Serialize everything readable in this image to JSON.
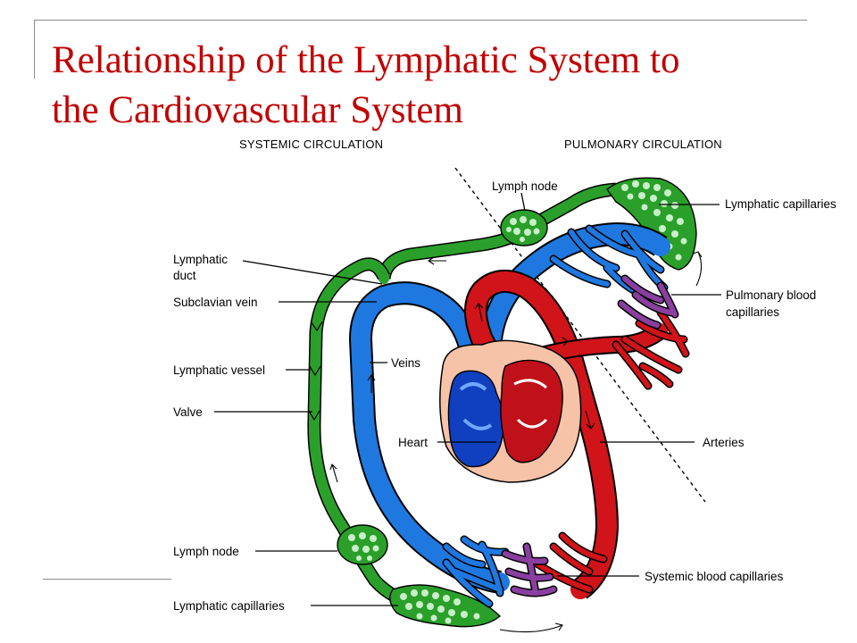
{
  "title": {
    "line1": "Relationship of the Lymphatic System to",
    "line2": "the Cardiovascular System"
  },
  "headers": {
    "systemic": "SYSTEMIC CIRCULATION",
    "pulmonary": "PULMONARY CIRCULATION"
  },
  "labels": {
    "lymph_node_top": "Lymph node",
    "lymphatic_capillaries_top": "Lymphatic capillaries",
    "lymphatic_duct_line1": "Lymphatic",
    "lymphatic_duct_line2": "duct",
    "subclavian_vein": "Subclavian vein",
    "pulmonary_capillaries_line1": "Pulmonary blood",
    "pulmonary_capillaries_line2": "capillaries",
    "veins": "Veins",
    "lymphatic_vessel": "Lymphatic vessel",
    "valve": "Valve",
    "heart": "Heart",
    "arteries": "Arteries",
    "lymph_node_bottom": "Lymph node",
    "systemic_capillaries": "Systemic blood capillaries",
    "lymphatic_capillaries_bottom": "Lymphatic capillaries"
  },
  "colors": {
    "title": "#c00000",
    "lymph": "#2aa02a",
    "veins": "#1e78e0",
    "arteries": "#d0141a",
    "capillary_mix": "#8a3fa0",
    "heart_sac": "#f6c2a8"
  }
}
